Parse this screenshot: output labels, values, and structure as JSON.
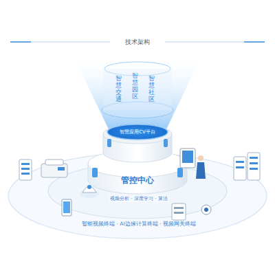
{
  "diagram": {
    "title": "技术架构",
    "nodes": [
      {
        "text": [
          "智慧应用CV平台"
        ]
      },
      {
        "text": [
          "管控中心"
        ]
      }
    ],
    "labels": [
      "智慧交通",
      "智慧园区",
      "智慧社区",
      "视频分析 · 深度学习 · 算法",
      "智能视频终端 · AI边缘计算终端 · 视频网关终端"
    ]
  }
}
